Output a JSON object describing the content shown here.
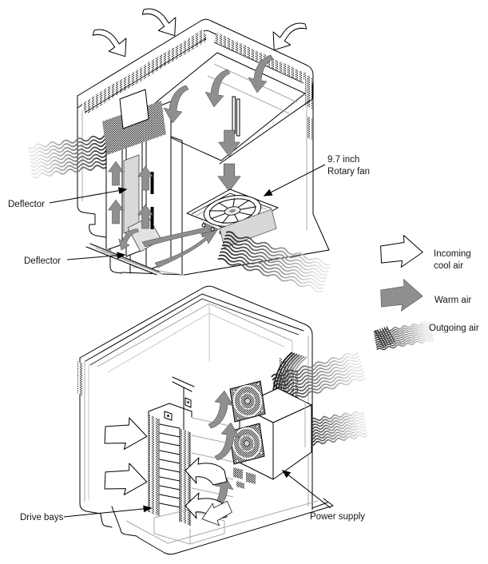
{
  "colors": {
    "line": "#000000",
    "warm_arrow": "#8f8f8f",
    "interior_line": "#a8a8a8",
    "deflector_panel": "#d9d9d9",
    "background": "#ffffff"
  },
  "top_diagram": {
    "label_deflector_upper": "Deflector",
    "label_deflector_lower": "Deflector",
    "label_fan_line1": "9.7 inch",
    "label_fan_line2": "Rotary fan"
  },
  "bottom_diagram": {
    "label_drive_bays": "Drive bays",
    "label_power_supply": "Power supply"
  },
  "legend": {
    "incoming_line1": "Incoming",
    "incoming_line2": "cool air",
    "warm": "Warm air",
    "outgoing": "Outgoing air"
  }
}
